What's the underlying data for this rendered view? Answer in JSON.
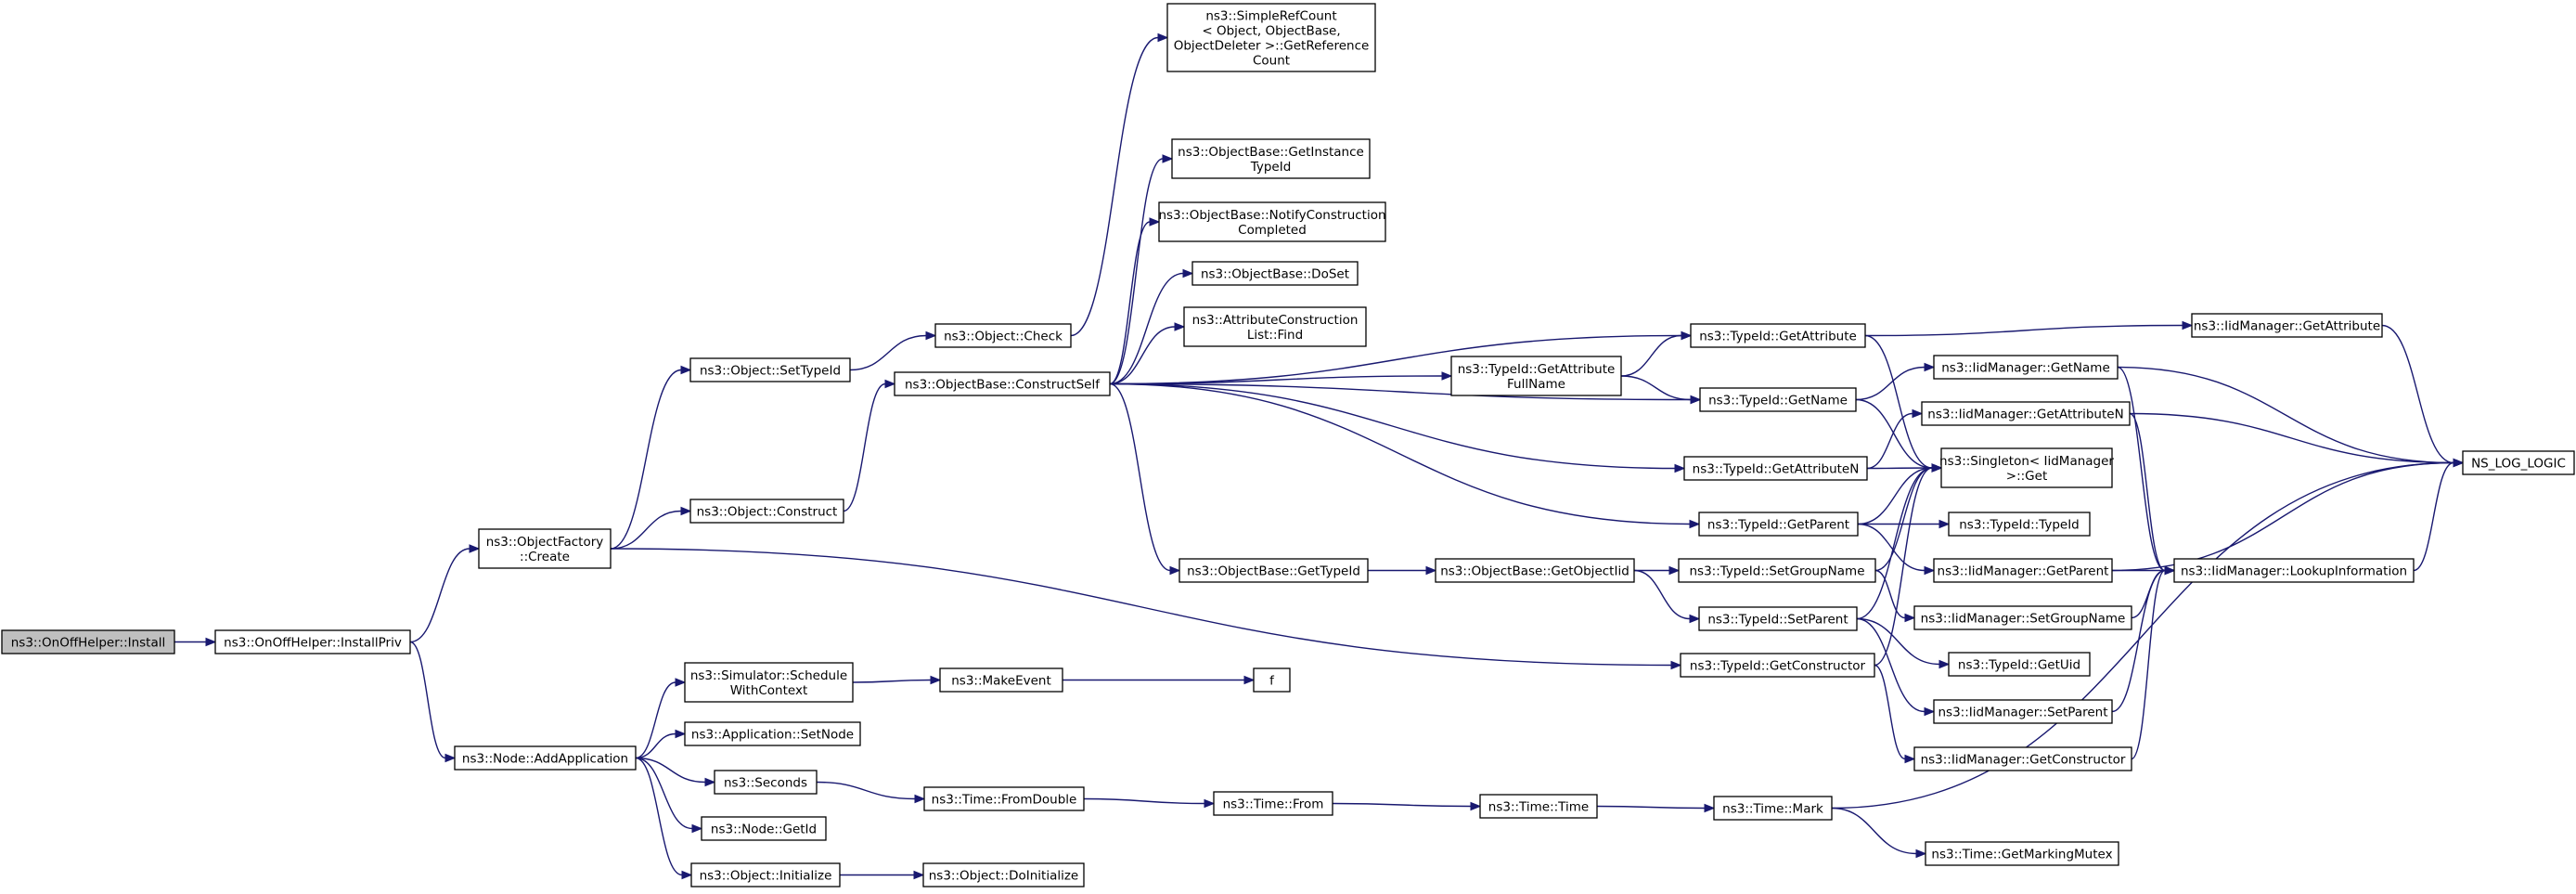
{
  "nodes": [
    {
      "id": "install",
      "lines": [
        "ns3::OnOffHelper::Install"
      ],
      "root": true
    },
    {
      "id": "installpriv",
      "lines": [
        "ns3::OnOffHelper::InstallPriv"
      ]
    },
    {
      "id": "factorycreate",
      "lines": [
        "ns3::ObjectFactory",
        "::Create"
      ]
    },
    {
      "id": "addapp",
      "lines": [
        "ns3::Node::AddApplication"
      ]
    },
    {
      "id": "settypeid",
      "lines": [
        "ns3::Object::SetTypeId"
      ]
    },
    {
      "id": "construct",
      "lines": [
        "ns3::Object::Construct"
      ]
    },
    {
      "id": "schedctx",
      "lines": [
        "ns3::Simulator::Schedule",
        "WithContext"
      ]
    },
    {
      "id": "appsetnode",
      "lines": [
        "ns3::Application::SetNode"
      ]
    },
    {
      "id": "seconds",
      "lines": [
        "ns3::Seconds"
      ]
    },
    {
      "id": "nodegetid",
      "lines": [
        "ns3::Node::GetId"
      ]
    },
    {
      "id": "objinit",
      "lines": [
        "ns3::Object::Initialize"
      ]
    },
    {
      "id": "objcheck",
      "lines": [
        "ns3::Object::Check"
      ]
    },
    {
      "id": "constructself",
      "lines": [
        "ns3::ObjectBase::ConstructSelf"
      ]
    },
    {
      "id": "makeevent",
      "lines": [
        "ns3::MakeEvent"
      ]
    },
    {
      "id": "fromdouble",
      "lines": [
        "ns3::Time::FromDouble"
      ]
    },
    {
      "id": "doinit",
      "lines": [
        "ns3::Object::DoInitialize"
      ]
    },
    {
      "id": "refcount",
      "lines": [
        "ns3::SimpleRefCount",
        "< Object, ObjectBase,",
        "ObjectDeleter >::GetReference",
        "Count"
      ]
    },
    {
      "id": "getinsttid",
      "lines": [
        "ns3::ObjectBase::GetInstance",
        "TypeId"
      ]
    },
    {
      "id": "notifycc",
      "lines": [
        "ns3::ObjectBase::NotifyConstruction",
        "Completed"
      ]
    },
    {
      "id": "doset",
      "lines": [
        "ns3::ObjectBase::DoSet"
      ]
    },
    {
      "id": "aclfind",
      "lines": [
        "ns3::AttributeConstruction",
        "List::Find"
      ]
    },
    {
      "id": "obgettypeid",
      "lines": [
        "ns3::ObjectBase::GetTypeId"
      ]
    },
    {
      "id": "f",
      "lines": [
        "f"
      ]
    },
    {
      "id": "timefrom",
      "lines": [
        "ns3::Time::From"
      ]
    },
    {
      "id": "tidgafn",
      "lines": [
        "ns3::TypeId::GetAttribute",
        "FullName"
      ]
    },
    {
      "id": "getobjiid",
      "lines": [
        "ns3::ObjectBase::GetObjectIid"
      ]
    },
    {
      "id": "timetime",
      "lines": [
        "ns3::Time::Time"
      ]
    },
    {
      "id": "tidgetattr",
      "lines": [
        "ns3::TypeId::GetAttribute"
      ]
    },
    {
      "id": "tidgetname",
      "lines": [
        "ns3::TypeId::GetName"
      ]
    },
    {
      "id": "tidgetattrn",
      "lines": [
        "ns3::TypeId::GetAttributeN"
      ]
    },
    {
      "id": "tidgetparent",
      "lines": [
        "ns3::TypeId::GetParent"
      ]
    },
    {
      "id": "tidsetgroup",
      "lines": [
        "ns3::TypeId::SetGroupName"
      ]
    },
    {
      "id": "tidsetparent",
      "lines": [
        "ns3::TypeId::SetParent"
      ]
    },
    {
      "id": "tidgetctor",
      "lines": [
        "ns3::TypeId::GetConstructor"
      ]
    },
    {
      "id": "timemark",
      "lines": [
        "ns3::Time::Mark"
      ]
    },
    {
      "id": "iidgetname",
      "lines": [
        "ns3::IidManager::GetName"
      ]
    },
    {
      "id": "iidgetattrn",
      "lines": [
        "ns3::IidManager::GetAttributeN"
      ]
    },
    {
      "id": "singleton",
      "lines": [
        "ns3::Singleton< IidManager",
        ">::Get"
      ]
    },
    {
      "id": "tidtypeid",
      "lines": [
        "ns3::TypeId::TypeId"
      ]
    },
    {
      "id": "iidgetparent",
      "lines": [
        "ns3::IidManager::GetParent"
      ]
    },
    {
      "id": "iidsetgroup",
      "lines": [
        "ns3::IidManager::SetGroupName"
      ]
    },
    {
      "id": "tidgetuid",
      "lines": [
        "ns3::TypeId::GetUid"
      ]
    },
    {
      "id": "iidsetparent",
      "lines": [
        "ns3::IidManager::SetParent"
      ]
    },
    {
      "id": "iidgetctor",
      "lines": [
        "ns3::IidManager::GetConstructor"
      ]
    },
    {
      "id": "getmarkmutex",
      "lines": [
        "ns3::Time::GetMarkingMutex"
      ]
    },
    {
      "id": "iidgetattr",
      "lines": [
        "ns3::IidManager::GetAttribute"
      ]
    },
    {
      "id": "lookupinfo",
      "lines": [
        "ns3::IidManager::LookupInformation"
      ]
    },
    {
      "id": "nslog",
      "lines": [
        "NS_LOG_LOGIC"
      ]
    }
  ],
  "edges": [
    [
      "install",
      "installpriv"
    ],
    [
      "installpriv",
      "factorycreate"
    ],
    [
      "installpriv",
      "addapp"
    ],
    [
      "factorycreate",
      "settypeid"
    ],
    [
      "factorycreate",
      "construct"
    ],
    [
      "factorycreate",
      "tidgetctor"
    ],
    [
      "settypeid",
      "objcheck"
    ],
    [
      "construct",
      "constructself"
    ],
    [
      "objcheck",
      "refcount"
    ],
    [
      "constructself",
      "getinsttid"
    ],
    [
      "constructself",
      "notifycc"
    ],
    [
      "constructself",
      "doset"
    ],
    [
      "constructself",
      "aclfind"
    ],
    [
      "constructself",
      "tidgetattr"
    ],
    [
      "constructself",
      "tidgafn"
    ],
    [
      "constructself",
      "tidgetname"
    ],
    [
      "constructself",
      "tidgetattrn"
    ],
    [
      "constructself",
      "tidgetparent"
    ],
    [
      "constructself",
      "obgettypeid"
    ],
    [
      "obgettypeid",
      "getobjiid"
    ],
    [
      "getobjiid",
      "tidsetgroup"
    ],
    [
      "getobjiid",
      "tidsetparent"
    ],
    [
      "tidgafn",
      "tidgetattr"
    ],
    [
      "tidgafn",
      "tidgetname"
    ],
    [
      "tidgetattr",
      "iidgetattr"
    ],
    [
      "tidgetattr",
      "singleton"
    ],
    [
      "tidgetname",
      "iidgetname"
    ],
    [
      "tidgetname",
      "singleton"
    ],
    [
      "tidgetattrn",
      "iidgetattrn"
    ],
    [
      "tidgetattrn",
      "singleton"
    ],
    [
      "tidgetparent",
      "singleton"
    ],
    [
      "tidgetparent",
      "tidtypeid"
    ],
    [
      "tidgetparent",
      "iidgetparent"
    ],
    [
      "tidsetgroup",
      "singleton"
    ],
    [
      "tidsetgroup",
      "iidsetgroup"
    ],
    [
      "tidsetparent",
      "singleton"
    ],
    [
      "tidsetparent",
      "tidgetuid"
    ],
    [
      "tidsetparent",
      "iidsetparent"
    ],
    [
      "tidgetctor",
      "singleton"
    ],
    [
      "tidgetctor",
      "iidgetctor"
    ],
    [
      "iidgetattr",
      "nslog"
    ],
    [
      "iidgetname",
      "nslog"
    ],
    [
      "iidgetname",
      "lookupinfo"
    ],
    [
      "iidgetattrn",
      "nslog"
    ],
    [
      "iidgetattrn",
      "lookupinfo"
    ],
    [
      "iidgetparent",
      "nslog"
    ],
    [
      "iidgetparent",
      "lookupinfo"
    ],
    [
      "iidsetgroup",
      "lookupinfo"
    ],
    [
      "iidsetparent",
      "lookupinfo"
    ],
    [
      "iidgetctor",
      "lookupinfo"
    ],
    [
      "lookupinfo",
      "nslog"
    ],
    [
      "addapp",
      "schedctx"
    ],
    [
      "addapp",
      "appsetnode"
    ],
    [
      "addapp",
      "seconds"
    ],
    [
      "addapp",
      "nodegetid"
    ],
    [
      "addapp",
      "objinit"
    ],
    [
      "schedctx",
      "makeevent"
    ],
    [
      "makeevent",
      "f"
    ],
    [
      "seconds",
      "fromdouble"
    ],
    [
      "fromdouble",
      "timefrom"
    ],
    [
      "timefrom",
      "timetime"
    ],
    [
      "timetime",
      "timemark"
    ],
    [
      "timemark",
      "nslog"
    ],
    [
      "timemark",
      "getmarkmutex"
    ],
    [
      "objinit",
      "doinit"
    ]
  ]
}
